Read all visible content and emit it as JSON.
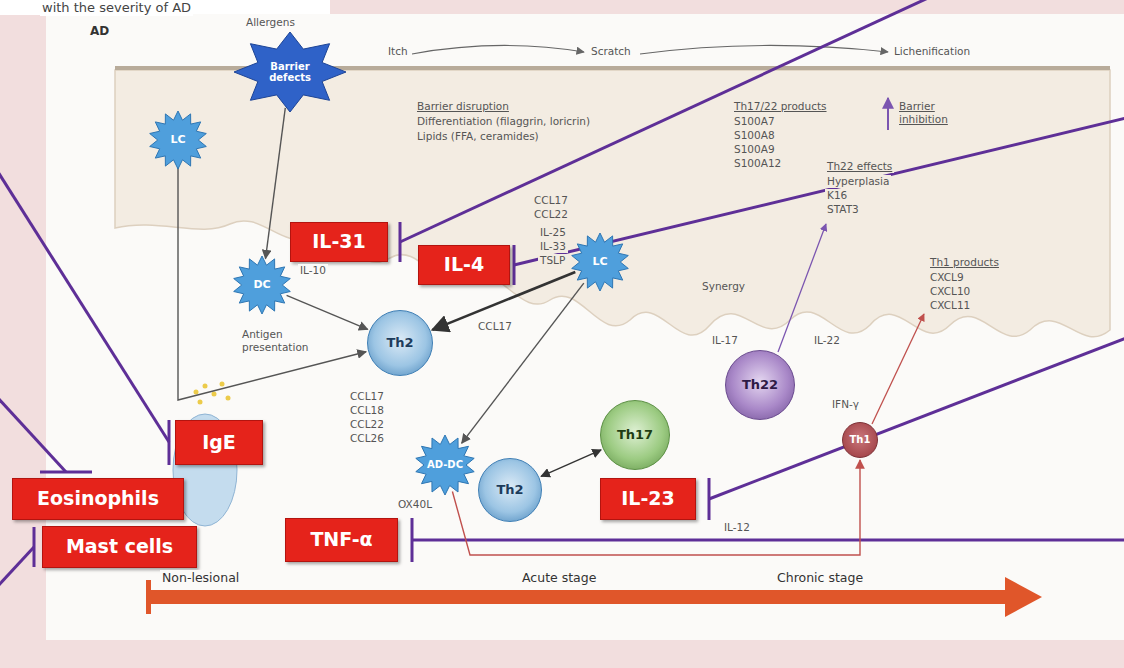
{
  "diagram": {
    "nodes": [
      {
        "text": [
          "Barrier defects"
        ]
      },
      {
        "text": [
          "LC"
        ]
      },
      {
        "text": [
          "IL-31"
        ]
      },
      {
        "text": [
          "IL-4"
        ]
      },
      {
        "text": [
          "LC"
        ]
      },
      {
        "text": [
          "DC"
        ]
      },
      {
        "text": [
          "Th2"
        ]
      },
      {
        "text": [
          "Th22"
        ]
      },
      {
        "text": [
          "IgE"
        ]
      },
      {
        "text": [
          "Th17"
        ]
      },
      {
        "text": [
          "AD-DC"
        ]
      },
      {
        "text": [
          "Th1"
        ]
      },
      {
        "text": [
          "Eosinophils"
        ]
      },
      {
        "text": [
          "Th2"
        ]
      },
      {
        "text": [
          "IL-23"
        ]
      },
      {
        "text": [
          "Mast cells"
        ]
      },
      {
        "text": [
          "TNF-α"
        ]
      }
    ],
    "edges": [
      {
        "from": 0,
        "to": 5,
        "arrow": "to"
      },
      {
        "from": 5,
        "to": 6,
        "arrow": "to"
      },
      {
        "from": 1,
        "to": 6,
        "arrow": "to"
      },
      {
        "from": 4,
        "to": 6,
        "arrow": "to"
      },
      {
        "from": 4,
        "to": 10,
        "arrow": "to"
      },
      {
        "from": 9,
        "to": 13,
        "arrow": "both"
      },
      {
        "from": 10,
        "to": 11,
        "arrow": "to"
      }
    ],
    "labels": [
      "with the severity of AD",
      "AD",
      "Allergens",
      "Itch",
      "Scratch",
      "Lichenification",
      "Barrier disruption",
      "Differentiation (filaggrin, loricrin)",
      "Lipids (FFA, ceramides)",
      "Th17/22 products",
      "S100A7",
      "S100A8",
      "S100A9",
      "S100A12",
      "Barrier inhibition",
      "Th22 effects",
      "Hyperplasia",
      "K16",
      "STAT3",
      "CCL17",
      "CCL22",
      "IL-25",
      "IL-33",
      "TSLP",
      "IL-10",
      "Synergy",
      "Th1 products",
      "CXCL9",
      "CXCL10",
      "CXCL11",
      "Antigen presentation",
      "CCL17",
      "CCL17",
      "CCL18",
      "CCL22",
      "CCL26",
      "OX40L",
      "IL-17",
      "IL-22",
      "IFN-γ",
      "IL-12",
      "Non-lesional",
      "Acute stage",
      "Chronic stage"
    ]
  }
}
